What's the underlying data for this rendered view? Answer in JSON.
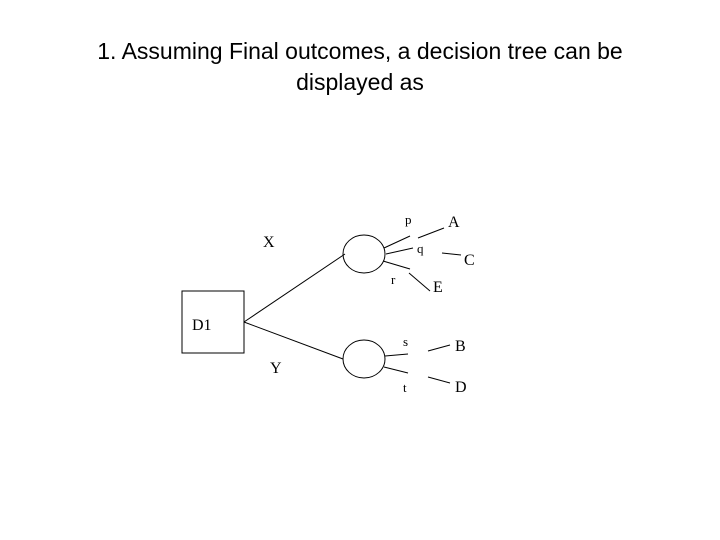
{
  "slide": {
    "title_line1": "1. Assuming Final outcomes, a decision tree can be",
    "title_line2": "displayed as"
  },
  "diagram": {
    "decision_node": "D1",
    "branches": [
      "X",
      "Y"
    ],
    "chance_x": {
      "probabilities": [
        "p",
        "q",
        "r"
      ],
      "outcomes": [
        "A",
        "C",
        "E"
      ]
    },
    "chance_y": {
      "probabilities": [
        "s",
        "t"
      ],
      "outcomes": [
        "B",
        "D"
      ]
    }
  },
  "colors": {
    "line": "#000000",
    "background": "#ffffff"
  }
}
